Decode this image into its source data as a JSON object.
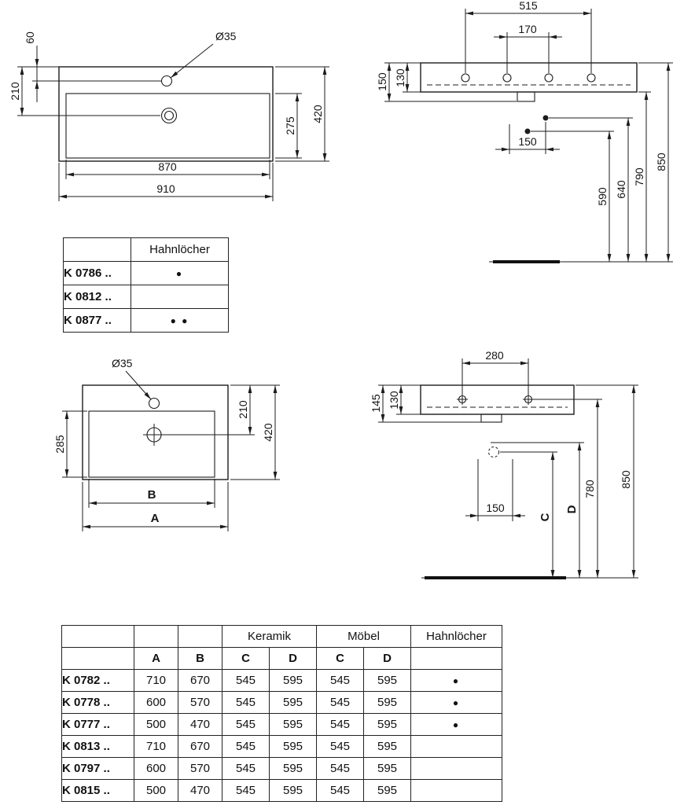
{
  "drawing_top_front": {
    "hole_label": "Ø35",
    "dim_hole_offset": "60",
    "dim_drain_offset": "210",
    "dim_bowl_depth": "275",
    "dim_total_depth": "420",
    "dim_bowl_width": "870",
    "dim_total_width": "910"
  },
  "drawing_top_side": {
    "dim_outer_holes": "515",
    "dim_inner_holes": "170",
    "dim_front_height": "150",
    "dim_back_height": "130",
    "dim_connections": "150",
    "dim_drain_height": "590",
    "dim_supply_height": "640",
    "dim_bottom_height": "790",
    "dim_top_height": "850"
  },
  "table_hahnloecher": {
    "header": "Hahnlöcher",
    "rows": [
      {
        "model": "K 0786 ..",
        "holes": "●"
      },
      {
        "model": "K 0812 ..",
        "holes": ""
      },
      {
        "model": "K 0877 ..",
        "holes": "● ●"
      }
    ]
  },
  "drawing_mid_front": {
    "hole_label": "Ø35",
    "dim_drain_offset": "210",
    "dim_total_depth": "420",
    "dim_bowl_depth": "285",
    "dim_bowl_width": "B",
    "dim_total_width": "A"
  },
  "drawing_mid_side": {
    "dim_holes": "280",
    "dim_front_height": "145",
    "dim_back_height": "130",
    "dim_connections": "150",
    "dim_c": "C",
    "dim_d": "D",
    "dim_fix_height": "780",
    "dim_top_height": "850"
  },
  "table_specs": {
    "groups": {
      "keramik": "Keramik",
      "moebel": "Möbel",
      "hahnloecher": "Hahnlöcher"
    },
    "cols": {
      "a": "A",
      "b": "B",
      "c1": "C",
      "d1": "D",
      "c2": "C",
      "d2": "D"
    },
    "rows": [
      {
        "model": "K 0782 ..",
        "a": "710",
        "b": "670",
        "c1": "545",
        "d1": "595",
        "c2": "545",
        "d2": "595",
        "holes": "●"
      },
      {
        "model": "K 0778 ..",
        "a": "600",
        "b": "570",
        "c1": "545",
        "d1": "595",
        "c2": "545",
        "d2": "595",
        "holes": "●"
      },
      {
        "model": "K 0777 ..",
        "a": "500",
        "b": "470",
        "c1": "545",
        "d1": "595",
        "c2": "545",
        "d2": "595",
        "holes": "●"
      },
      {
        "model": "K 0813 ..",
        "a": "710",
        "b": "670",
        "c1": "545",
        "d1": "595",
        "c2": "545",
        "d2": "595",
        "holes": ""
      },
      {
        "model": "K 0797 ..",
        "a": "600",
        "b": "570",
        "c1": "545",
        "d1": "595",
        "c2": "545",
        "d2": "595",
        "holes": ""
      },
      {
        "model": "K 0815 ..",
        "a": "500",
        "b": "470",
        "c1": "545",
        "d1": "595",
        "c2": "545",
        "d2": "595",
        "holes": ""
      }
    ]
  }
}
